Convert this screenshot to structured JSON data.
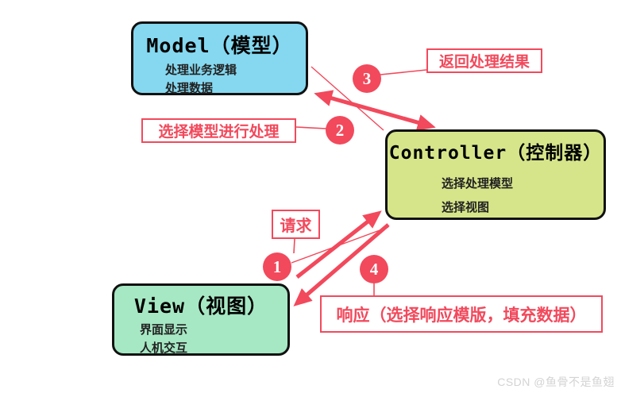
{
  "diagram": {
    "boxes": {
      "model": {
        "title": "Model（模型）",
        "line1": "处理业务逻辑",
        "line2": "处理数据",
        "fill": "#85d8f0"
      },
      "controller": {
        "title": "Controller（控制器）",
        "line1": "选择处理模型",
        "line2": "选择视图",
        "fill": "#d6e58a"
      },
      "view": {
        "title": "View（视图）",
        "line1": "界面显示",
        "line2": "人机交互",
        "fill": "#a6e8c4"
      }
    },
    "notes": {
      "return_result": "返回处理结果",
      "select_model": "选择模型进行处理",
      "request": "请求",
      "response": "响应（选择响应模版，填充数据）"
    },
    "steps": {
      "s1": "1",
      "s2": "2",
      "s3": "3",
      "s4": "4"
    },
    "colors": {
      "accent": "#f2495c",
      "box_border": "#111111"
    }
  },
  "watermark": "CSDN @鱼骨不是鱼翅"
}
